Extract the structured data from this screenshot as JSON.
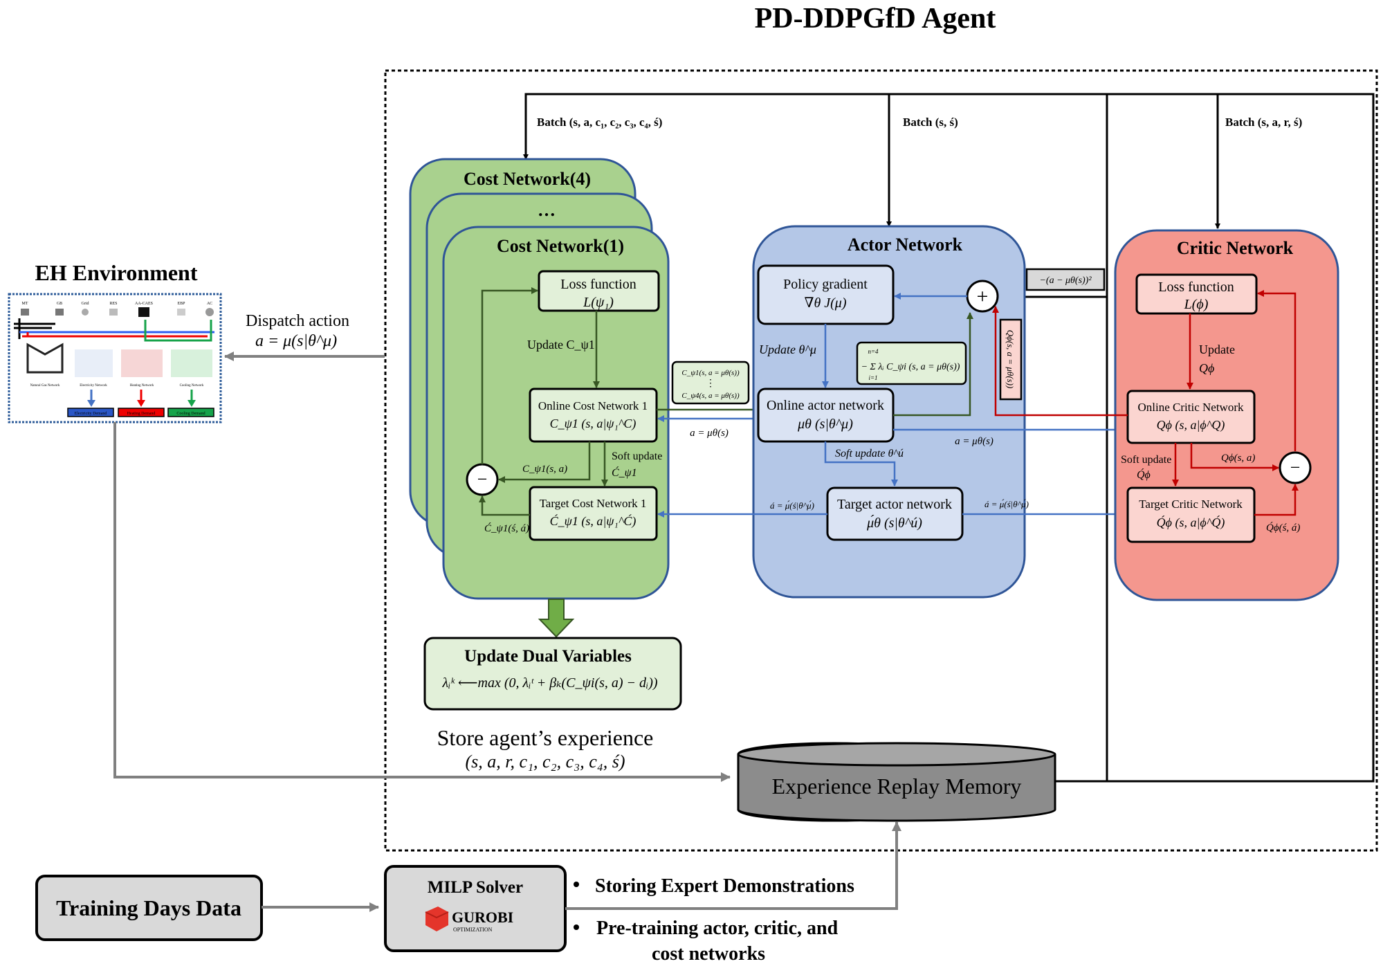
{
  "title": "PD-DDPGfD Agent",
  "eh_environment": {
    "title": "EH Environment",
    "top_labels": [
      "MT",
      "GB",
      "Grid",
      "RES",
      "AA-CAES",
      "EBP",
      "AC"
    ],
    "network_labels": [
      "Natural Gas Network",
      "Electricity Network",
      "Heating Network",
      "Cooling Network"
    ],
    "demand_labels": [
      "Electricity Demand",
      "Heating Demand",
      "Cooling Demand"
    ]
  },
  "dispatch": {
    "line1": "Dispatch action",
    "line2": "a = μ(s|θ^μ)"
  },
  "batches": {
    "cost": "Batch (s, a, c₁, c₂, c₃, c₄, ś)",
    "actor": "Batch (s, ś)",
    "critic": "Batch (s, a, r, ś)"
  },
  "cost_network": {
    "title_back": "Cost Network(4)",
    "ellipsis": "…",
    "title": "Cost Network(1)",
    "loss_line1": "Loss function",
    "loss_line2": "L(ψ₁)",
    "update": "Update C_ψ1",
    "online_line1": "Online Cost Network 1",
    "online_line2": "C_ψ1 (s, a|ψ₁^C)",
    "target_line1": "Target Cost Network 1",
    "target_line2": "Ć_ψ1 (s, a|ψ₁^Ć)",
    "soft_update_line1": "Soft update",
    "soft_update_line2": "Ć_ψ1",
    "c_sa": "C_ψ1(s, a)",
    "c_target": "Ć_ψ1(ś, á)",
    "minus": "−"
  },
  "cost_outputs": {
    "line1": "C_ψ1(s, a = μθ(s))",
    "line2": "⋮",
    "line3": "C_ψ4(s, a = μθ(s))"
  },
  "a_mu_cost": "a = μθ(s)",
  "actor_network": {
    "title": "Actor Network",
    "pg_line1": "Policy gradient",
    "pg_line2": "∇θ J(μ)",
    "update": "Update θ^μ",
    "online_line1": "Online actor network",
    "online_line2": "μθ (s|θ^μ)",
    "soft_update": "Soft update θ^ú",
    "target_line1": "Target actor network",
    "target_line2": "μ́θ (s|θ^ú)",
    "plus": "+",
    "lambda_term": "− Σ λᵢ C_ψi (s, a = μθ(s))",
    "sum_upper": "n=4",
    "sum_lower": "i=1",
    "a_mu_critic": "a = μθ(s)",
    "a_target_left": "á = μ́(ś|θ^μ́)",
    "a_target_right": "á = μ́(ś|θ^μ́)"
  },
  "bc_term": "−(a − μθ(s))²",
  "q_term": "Qϕ(s, a = μθ(s))",
  "critic_network": {
    "title": "Critic Network",
    "loss_line1": "Loss function",
    "loss_line2": "L(ϕ)",
    "update_line1": "Update",
    "update_line2": "Qϕ",
    "online_line1": "Online Critic Network",
    "online_line2": "Qϕ (s, a|ϕ^Q)",
    "soft_update_line1": "Soft update",
    "soft_update_line2": "Q́ϕ",
    "q_sa": "Qϕ(s, a)",
    "target_line1": "Target Critic Network",
    "target_line2": "Q́ϕ (s, a|ϕ^Q́)",
    "q_target": "Q́ϕ(ś, á)",
    "minus": "−"
  },
  "dual": {
    "title": "Update Dual Variables",
    "formula": "λᵢᵏ ⟵max (0, λᵢᵗ + βₖ(C_ψi(s, a) − dᵢ))"
  },
  "experience": {
    "line1": "Store agent’s experience",
    "line2": "(s, a, r, c₁, c₂, c₃, c₄, ś)"
  },
  "replay_memory": "Experience Replay Memory",
  "training": "Training Days Data",
  "milp": {
    "title": "MILP Solver",
    "logo": "GUROBI",
    "logo_sub": "OPTIMIZATION"
  },
  "bullets": [
    "Storing Expert Demonstrations",
    "Pre-training actor, critic, and",
    "cost networks"
  ],
  "colors": {
    "green_fill": "#a9d18e",
    "green_border": "#2f5597",
    "green_box": "#e2f0d9",
    "blue_fill": "#b4c7e7",
    "blue_box": "#dae3f3",
    "red_fill": "#f4978e",
    "red_box": "#fbd5d0",
    "green_arrow": "#375623",
    "blue_arrow": "#4472c4",
    "red_arrow": "#c00000",
    "gray_arrow": "#808080",
    "gray_box": "#d9d9d9"
  }
}
